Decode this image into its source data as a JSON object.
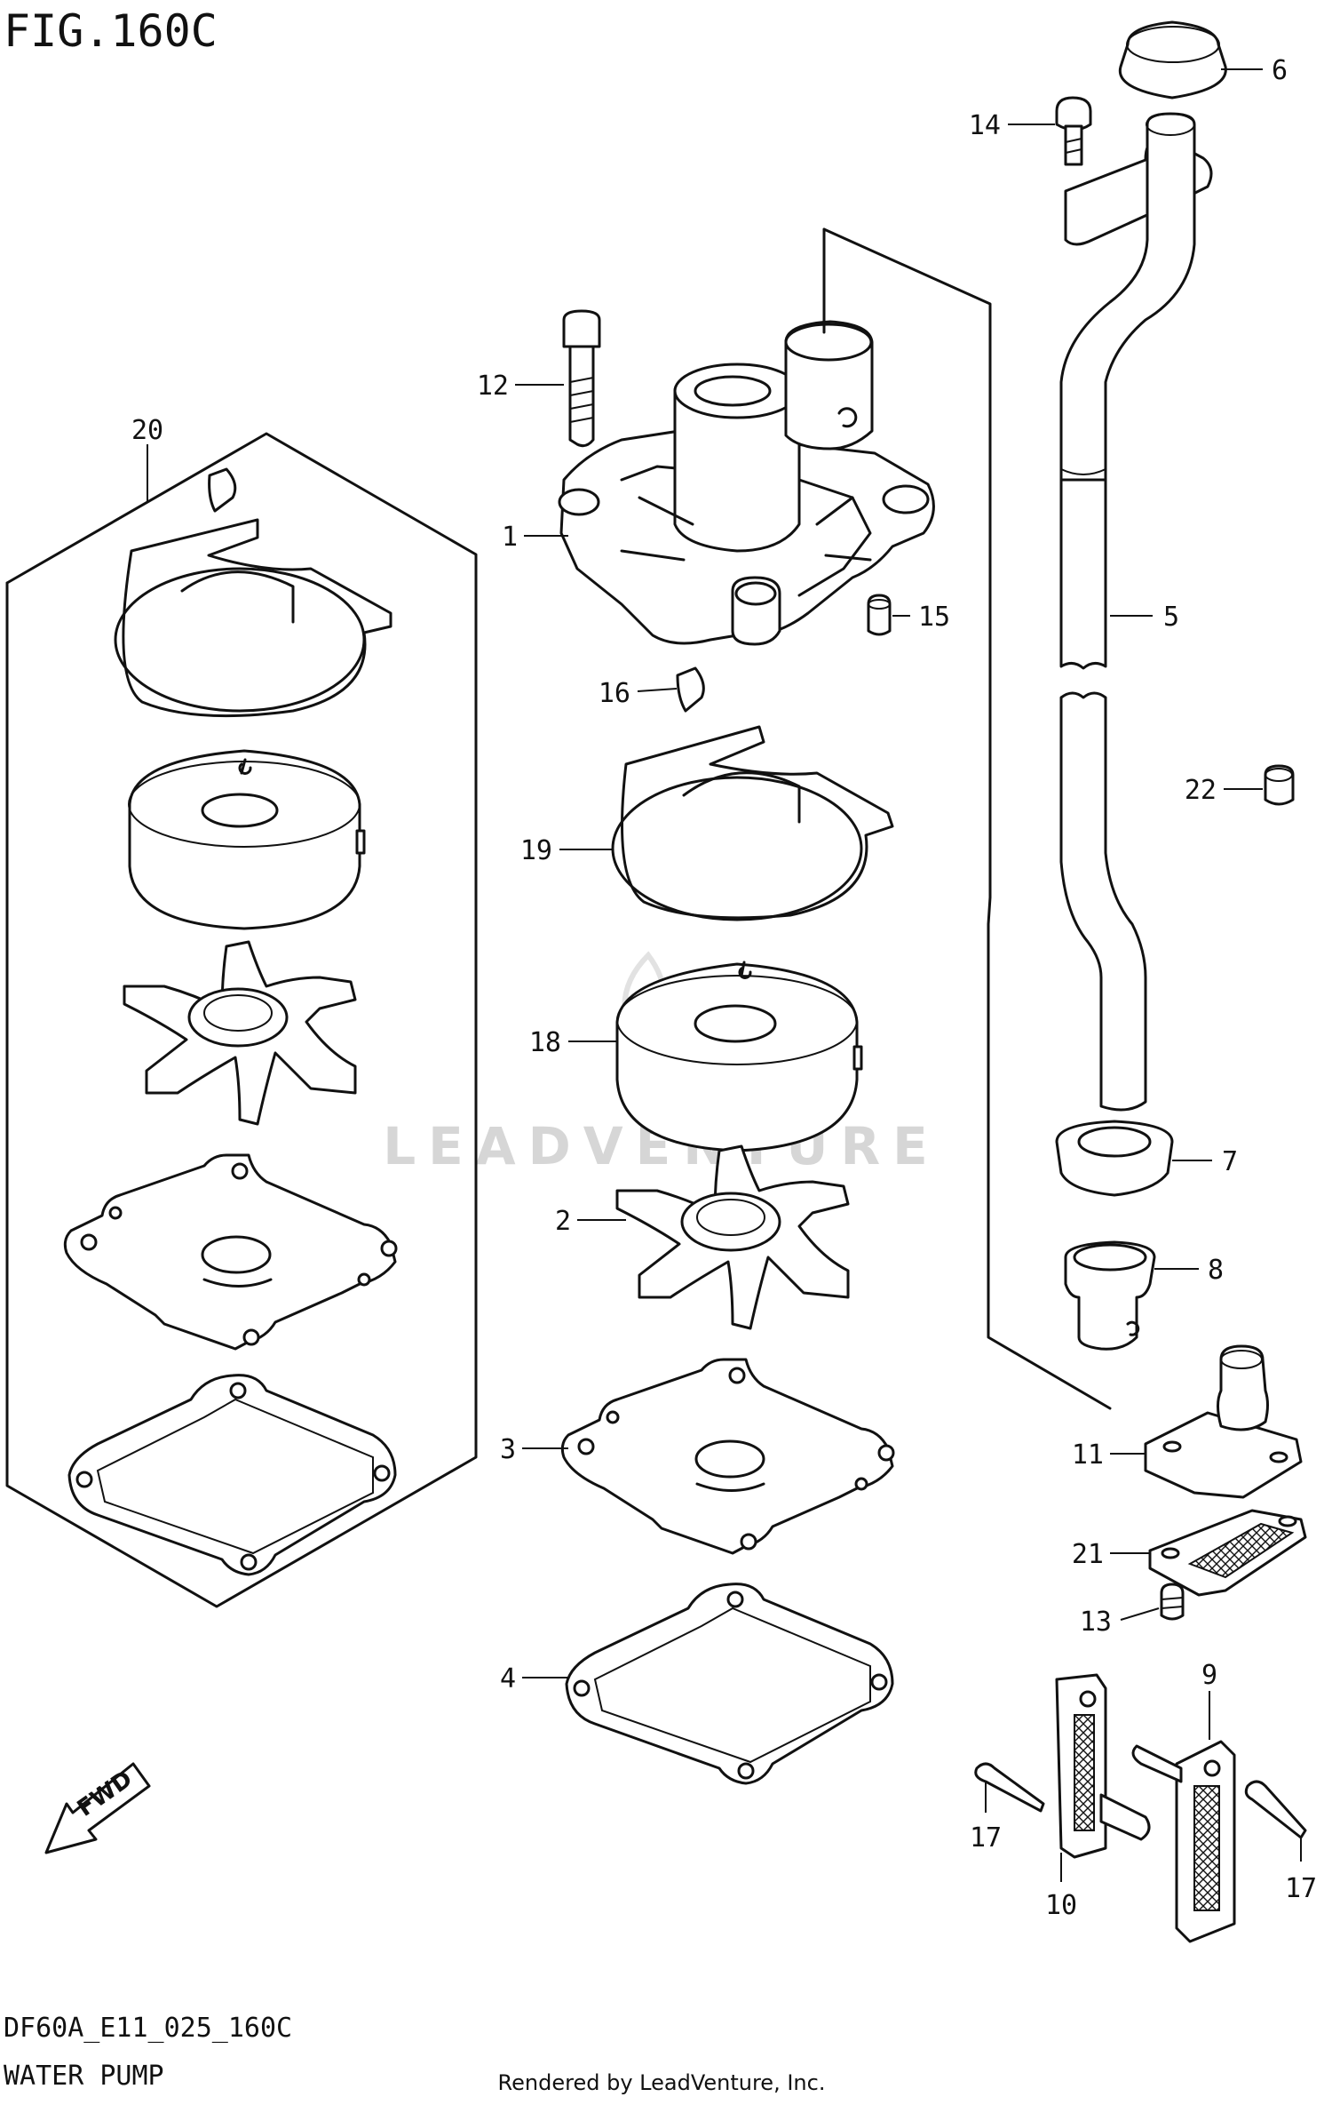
{
  "figure_title": "FIG.160C",
  "diagram_code": "DF60A_E11_025_160C",
  "section_title": "WATER PUMP",
  "credit": "Rendered by LeadVenture, Inc.",
  "watermark": "LEADVENTURE",
  "fwd_label": "FWD",
  "callouts": {
    "c1": "1",
    "c2": "2",
    "c3": "3",
    "c4": "4",
    "c5": "5",
    "c6": "6",
    "c7": "7",
    "c8": "8",
    "c9": "9",
    "c10": "10",
    "c11": "11",
    "c12": "12",
    "c13": "13",
    "c14": "14",
    "c15": "15",
    "c16": "16",
    "c17a": "17",
    "c17b": "17",
    "c18": "18",
    "c19": "19",
    "c20": "20",
    "c21": "21",
    "c22": "22"
  }
}
